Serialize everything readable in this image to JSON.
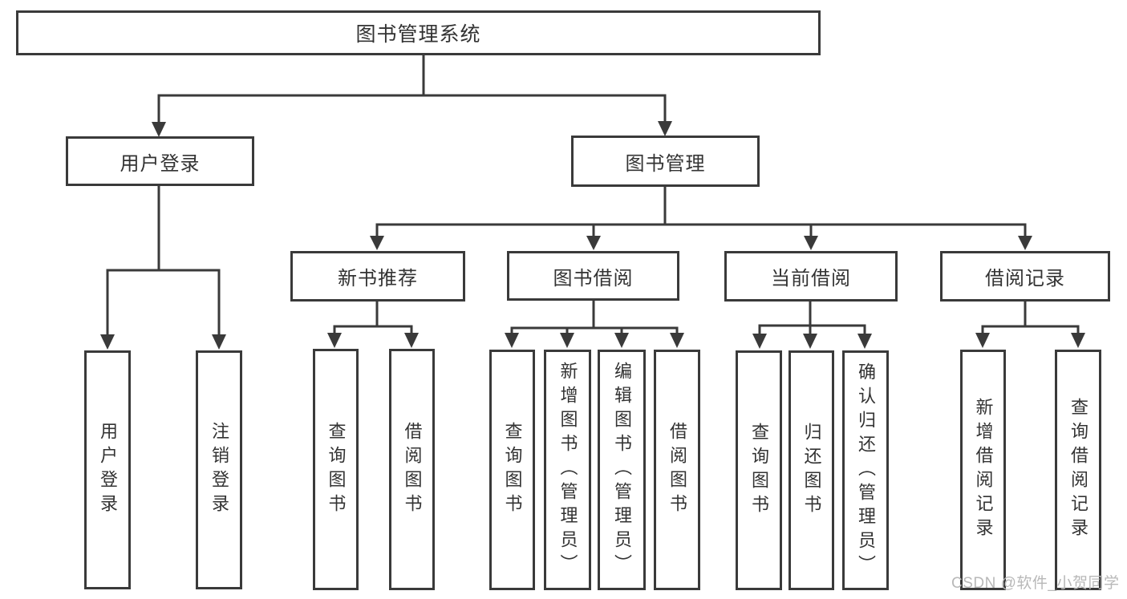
{
  "diagram": {
    "root": {
      "label": "图书管理系统"
    },
    "branches": [
      {
        "label": "用户登录",
        "children": [
          {
            "label": "用户登录"
          },
          {
            "label": "注销登录"
          }
        ]
      },
      {
        "label": "图书管理",
        "children": [
          {
            "label": "新书推荐",
            "children": [
              {
                "label": "查询图书"
              },
              {
                "label": "借阅图书"
              }
            ]
          },
          {
            "label": "图书借阅",
            "children": [
              {
                "label": "查询图书"
              },
              {
                "label": "新增图书（管理员）"
              },
              {
                "label": "编辑图书（管理员）"
              },
              {
                "label": "借阅图书"
              }
            ]
          },
          {
            "label": "当前借阅",
            "children": [
              {
                "label": "查询图书"
              },
              {
                "label": "归还图书"
              },
              {
                "label": "确认归还（管理员）"
              }
            ]
          },
          {
            "label": "借阅记录",
            "children": [
              {
                "label": "新增借阅记录"
              },
              {
                "label": "查询借阅记录"
              }
            ]
          }
        ]
      }
    ]
  },
  "watermark": {
    "text": "CSDN @软件_小贺同学"
  },
  "colors": {
    "line": "#3a3a3a",
    "text": "#333333",
    "box_fill": "#ffffff",
    "background": "#ffffff",
    "watermark": "#b8b8b8"
  }
}
